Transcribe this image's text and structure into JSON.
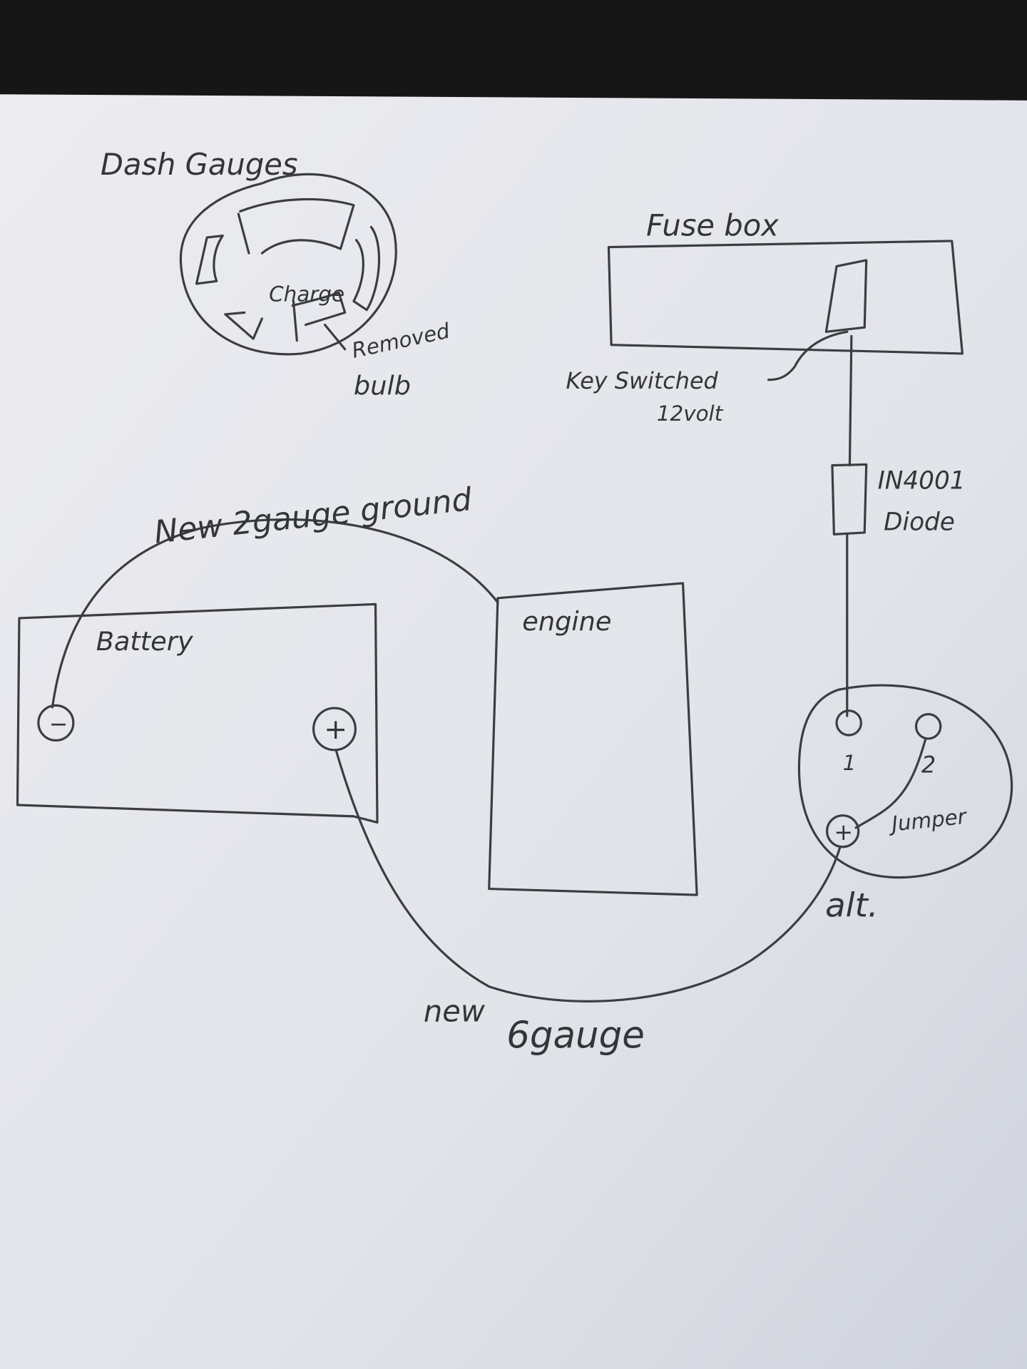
{
  "diagram": {
    "colors": {
      "paper": "#e4e5ea",
      "pencil": "#3b3d42",
      "background": "#161616"
    },
    "labels": {
      "dash_gauges": "Dash Gauges",
      "charge": "Charge",
      "removed_bulb_line1": "Removed",
      "removed_bulb_line2": "bulb",
      "fuse_box": "Fuse box",
      "key_switched_line1": "Key  Switched",
      "key_switched_line2": "12volt",
      "diode_line1": "IN4001",
      "diode_line2": "Diode",
      "ground_wire": "New 2gauge ground",
      "battery": "Battery",
      "battery_negative": "−",
      "battery_positive": "+",
      "engine": "engine",
      "alt_terminal_1": "1",
      "alt_terminal_2": "2",
      "alt_positive": "+",
      "jumper": "Jumper",
      "alternator": "alt.",
      "charge_wire_line1": "new",
      "charge_wire_line2": "6gauge"
    }
  }
}
